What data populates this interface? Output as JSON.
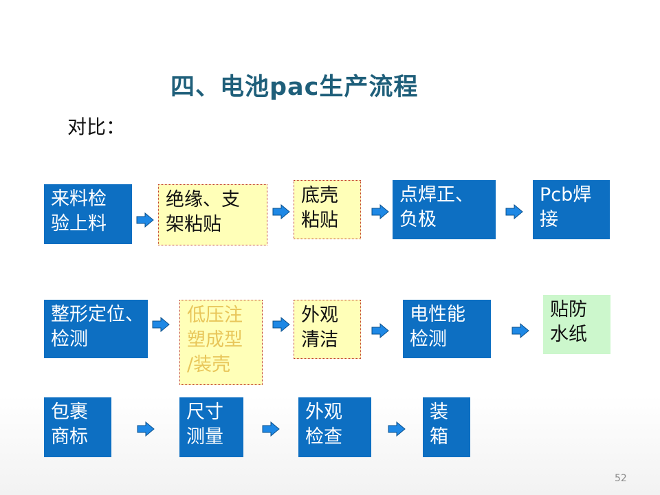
{
  "slide": {
    "title": "四、电池pac生产流程",
    "subtitle": "对比：",
    "page_number": "52"
  },
  "rows": [
    [
      {
        "text": "来料检\n验上料",
        "style": "blue"
      },
      {
        "text": "绝缘、支\n架粘贴",
        "style": "yellow"
      },
      {
        "text": "底壳\n粘贴",
        "style": "yellow"
      },
      {
        "text": "点焊正、\n负极",
        "style": "blue"
      },
      {
        "text": "Pcb焊\n接",
        "style": "blue"
      }
    ],
    [
      {
        "text": "整形定位、\n检测",
        "style": "blue"
      },
      {
        "text": "低压注\n塑成型\n/装壳",
        "style": "yellow-faded"
      },
      {
        "text": "外观\n清洁",
        "style": "yellow"
      },
      {
        "text": "电性能\n检测",
        "style": "blue"
      },
      {
        "text": "贴防\n水纸",
        "style": "green"
      }
    ],
    [
      {
        "text": "包裹\n商标",
        "style": "blue"
      },
      {
        "text": "尺寸\n测量",
        "style": "blue"
      },
      {
        "text": "外观\n检查",
        "style": "blue"
      },
      {
        "text": "装\n箱",
        "style": "blue"
      }
    ]
  ],
  "colors": {
    "title": "#1F5F7A",
    "box_blue": "#0D6FC2",
    "box_yellow": "#FFFFB8",
    "box_green": "#CCF7CC",
    "arrow": "#1E88E5"
  }
}
